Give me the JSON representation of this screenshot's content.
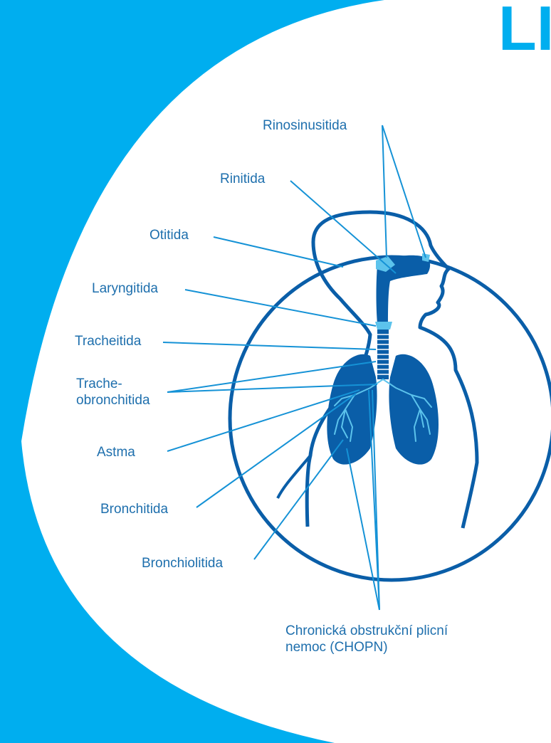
{
  "colors": {
    "brand": "#00aeef",
    "outline": "#0a5ea8",
    "organ": "#0a5ea8",
    "accent": "#5cc3ec",
    "leader": "#1592d6",
    "label": "#1e6fad",
    "background": "#ffffff"
  },
  "title": {
    "text": "LI"
  },
  "labels": {
    "rinosinusitida": "Rinosinusitida",
    "rinitida": "Rinitida",
    "otitida": "Otitida",
    "laryngitida": "Laryngitida",
    "tracheitida": "Tracheitida",
    "tracheobronchitida_1": "Trache-",
    "tracheobronchitida_2": "obronchitida",
    "astma": "Astma",
    "bronchitida": "Bronchitida",
    "bronchiolitida": "Bronchiolitida",
    "chopn_1": "Chronická obstrukční plicní",
    "chopn_2": "nemoc (CHOPN)"
  }
}
